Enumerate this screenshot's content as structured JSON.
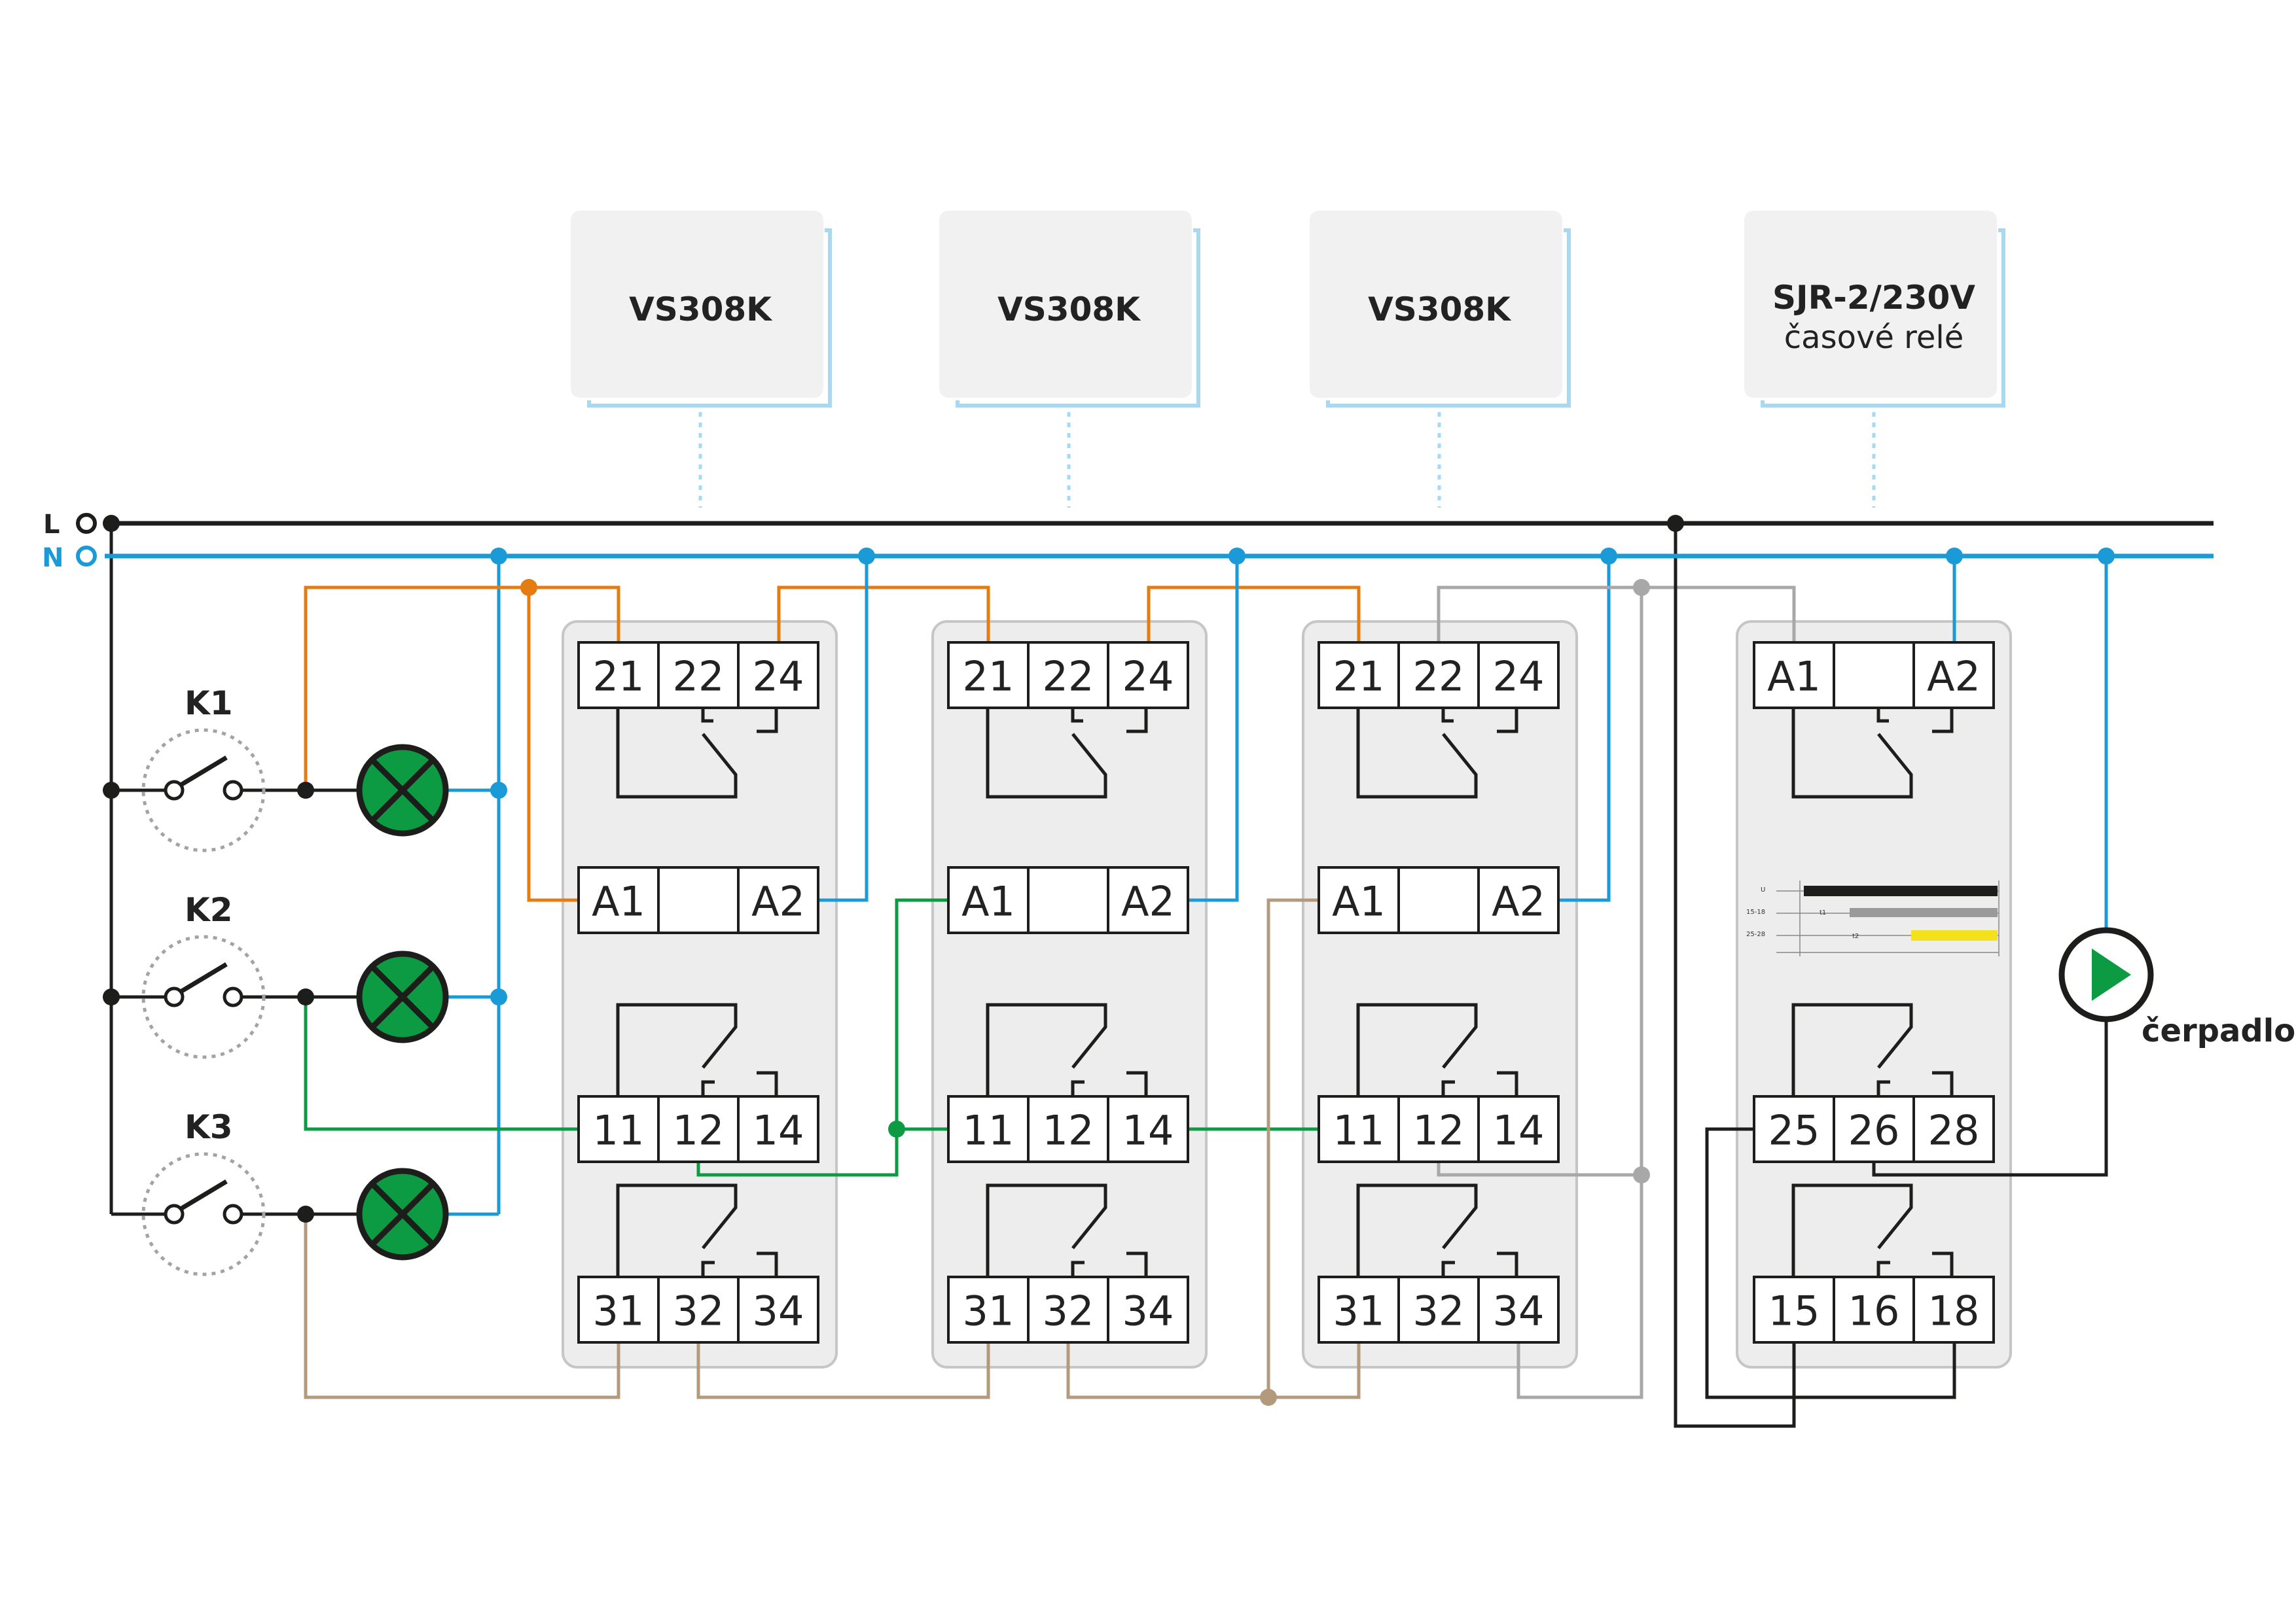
{
  "colors": {
    "line_L": "#1d1d1b",
    "line_N": "#1a9bd7",
    "wire_orange": "#e57c12",
    "wire_green": "#0c9a43",
    "wire_tan": "#b39a7c",
    "wire_grey": "#a8a8a8",
    "lamp_fill": "#0c9a43",
    "pump_fill": "#0c9a43",
    "chart_black": "#1d1d1b",
    "chart_grey": "#9a9a9a",
    "chart_yellow": "#f3e11b"
  },
  "bus": {
    "L_label": "L",
    "N_label": "N"
  },
  "switches": [
    {
      "label": "K1"
    },
    {
      "label": "K2"
    },
    {
      "label": "K3"
    }
  ],
  "devices": [
    {
      "name": "VS308K",
      "rows": [
        [
          "21",
          "22",
          "24"
        ],
        [
          "A1",
          "",
          "A2"
        ],
        [
          "11",
          "12",
          "14"
        ],
        [
          "31",
          "32",
          "34"
        ]
      ]
    },
    {
      "name": "VS308K",
      "rows": [
        [
          "21",
          "22",
          "24"
        ],
        [
          "A1",
          "",
          "A2"
        ],
        [
          "11",
          "12",
          "14"
        ],
        [
          "31",
          "32",
          "34"
        ]
      ]
    },
    {
      "name": "VS308K",
      "rows": [
        [
          "21",
          "22",
          "24"
        ],
        [
          "A1",
          "",
          "A2"
        ],
        [
          "11",
          "12",
          "14"
        ],
        [
          "31",
          "32",
          "34"
        ]
      ]
    },
    {
      "name": "SJR-2/230V",
      "subtitle": "časové relé",
      "rows": [
        [
          "A1",
          "",
          "A2"
        ],
        [
          "25",
          "26",
          "28"
        ],
        [
          "15",
          "16",
          "18"
        ]
      ],
      "timing": {
        "rows": [
          "U",
          "15-18",
          "25-28"
        ],
        "labels": [
          "t1",
          "t2"
        ]
      }
    }
  ],
  "pump": {
    "label": "čerpadlo",
    "icon": "pump-icon"
  }
}
